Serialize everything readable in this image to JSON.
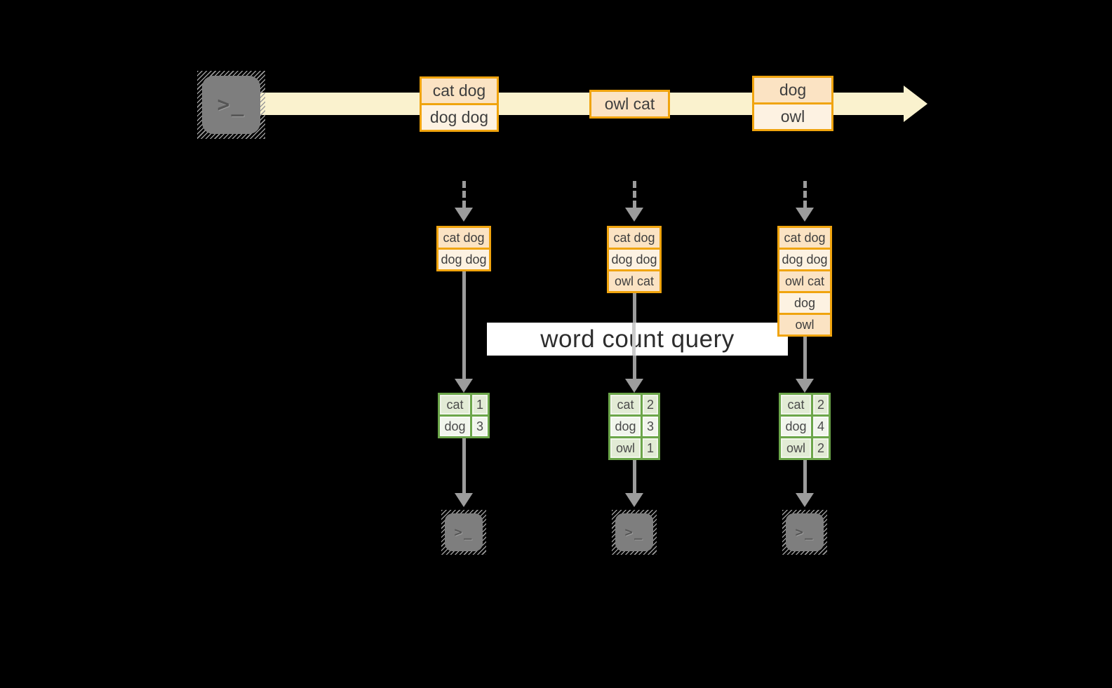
{
  "palette": {
    "background": "#000000",
    "stream_fill": "#FAF2CE",
    "box_border": "#F0A40E",
    "box_fill_dark": "#FBE3C3",
    "box_fill_light": "#FDF2E2",
    "table_border": "#6CA64A",
    "cell_fill_dark": "#E2EBD5",
    "cell_fill_light": "#F1F5EC",
    "arrow_gray": "#9C9C9C",
    "terminal_gray": "#7E7E7E",
    "query_band_bg": "#FFFFFF",
    "text": "#3E3E3E"
  },
  "icons": {
    "terminal_prompt": ">_"
  },
  "query_label": "word count query",
  "stream": {
    "events": [
      {
        "lines": [
          "cat dog",
          "dog dog"
        ]
      },
      {
        "lines": [
          "owl cat"
        ]
      },
      {
        "lines": [
          "dog",
          "owl"
        ]
      }
    ]
  },
  "states": [
    {
      "lines": [
        "cat dog",
        "dog dog"
      ]
    },
    {
      "lines": [
        "cat dog",
        "dog dog",
        "owl cat"
      ]
    },
    {
      "lines": [
        "cat dog",
        "dog dog",
        "owl cat",
        "dog",
        "owl"
      ]
    }
  ],
  "counts": [
    {
      "rows": [
        {
          "word": "cat",
          "count": "1"
        },
        {
          "word": "dog",
          "count": "3"
        }
      ]
    },
    {
      "rows": [
        {
          "word": "cat",
          "count": "2"
        },
        {
          "word": "dog",
          "count": "3"
        },
        {
          "word": "owl",
          "count": "1"
        }
      ]
    },
    {
      "rows": [
        {
          "word": "cat",
          "count": "2"
        },
        {
          "word": "dog",
          "count": "4"
        },
        {
          "word": "owl",
          "count": "2"
        }
      ]
    }
  ]
}
